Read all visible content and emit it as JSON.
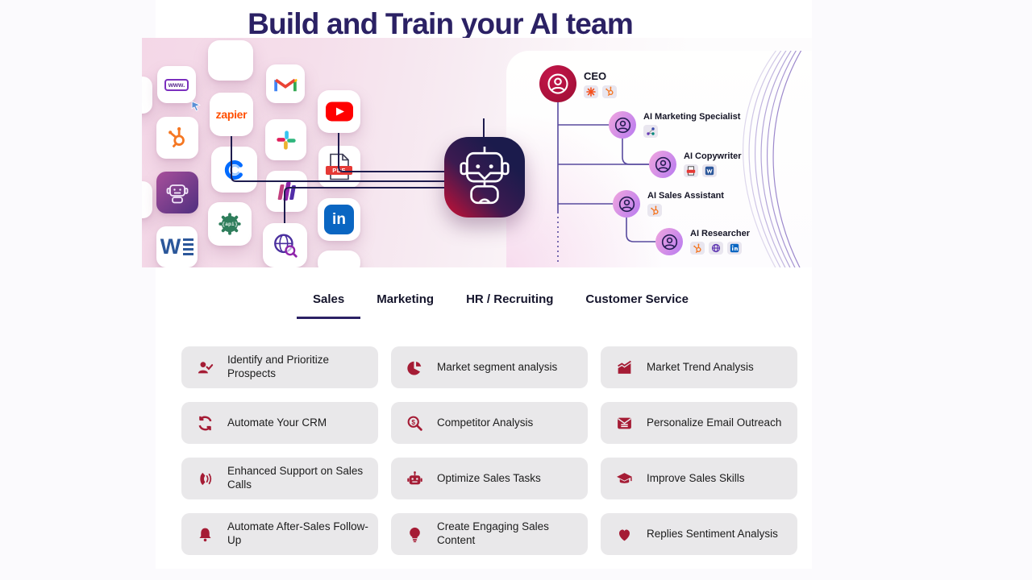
{
  "title": "Build and Train your AI team",
  "hero": {
    "tools": [
      {
        "name": "website-browser",
        "text": "www."
      },
      {
        "name": "blank-tile",
        "text": ""
      },
      {
        "name": "gmail"
      },
      {
        "name": "zapier",
        "text": "zapier"
      },
      {
        "name": "youtube"
      },
      {
        "name": "hubspot"
      },
      {
        "name": "slack"
      },
      {
        "name": "calendly"
      },
      {
        "name": "pdf-file",
        "text": "PDF"
      },
      {
        "name": "chatbot"
      },
      {
        "name": "library-books"
      },
      {
        "name": "api",
        "text": "{api}"
      },
      {
        "name": "linkedin",
        "text": "in"
      },
      {
        "name": "ms-word",
        "text": "W"
      },
      {
        "name": "web-search"
      }
    ],
    "robot": "ai-robot",
    "org_chart": {
      "nodes": [
        {
          "role": "CEO",
          "badges": [
            "spark",
            "hubspot"
          ]
        },
        {
          "role": "AI Marketing Specialist",
          "badges": [
            "analytics"
          ]
        },
        {
          "role": "AI Copywriter",
          "badges": [
            "pdf",
            "word"
          ]
        },
        {
          "role": "AI Sales Assistant",
          "badges": [
            "hubspot"
          ]
        },
        {
          "role": "AI Researcher",
          "badges": [
            "hubspot",
            "web",
            "linkedin"
          ]
        }
      ]
    }
  },
  "tabs": [
    {
      "label": "Sales",
      "active": true
    },
    {
      "label": "Marketing",
      "active": false
    },
    {
      "label": "HR / Recruiting",
      "active": false
    },
    {
      "label": "Customer Service",
      "active": false
    }
  ],
  "cards": [
    {
      "icon": "person-check",
      "label": "Identify and Prioritize Prospects"
    },
    {
      "icon": "pie-chart",
      "label": "Market segment analysis"
    },
    {
      "icon": "trend-chart",
      "label": "Market Trend Analysis"
    },
    {
      "icon": "sync-arrows",
      "label": "Automate Your CRM"
    },
    {
      "icon": "search-dollar",
      "label": "Competitor Analysis"
    },
    {
      "icon": "email-list",
      "label": "Personalize Email Outreach"
    },
    {
      "icon": "phone-volume",
      "label": "Enhanced Support on Sales Calls"
    },
    {
      "icon": "robot-head",
      "label": "Optimize Sales Tasks"
    },
    {
      "icon": "graduation-cap",
      "label": "Improve Sales Skills"
    },
    {
      "icon": "bell",
      "label": "Automate After-Sales Follow-Up"
    },
    {
      "icon": "lightbulb",
      "label": "Create Engaging Sales Content"
    },
    {
      "icon": "heart",
      "label": "Replies Sentiment Analysis"
    }
  ],
  "colors": {
    "accent": "#2b2164",
    "icon_crimson": "#a51c35",
    "card_bg": "#e9e8ea",
    "hero_pink": "#f4d7e7"
  }
}
